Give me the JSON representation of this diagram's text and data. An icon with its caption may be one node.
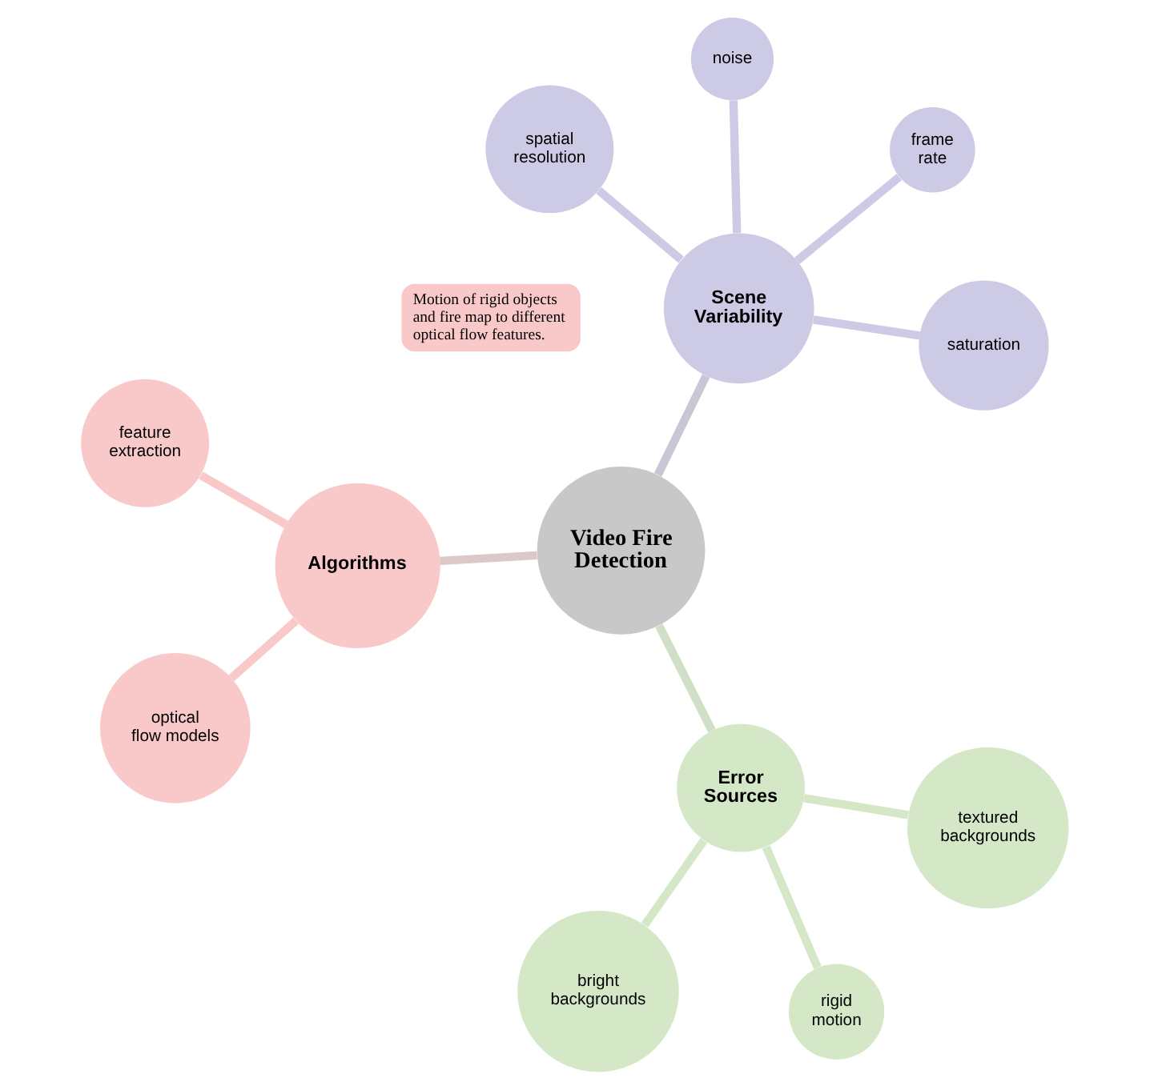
{
  "diagram": {
    "nodes": [
      {
        "text": [
          "Video Fire Detection"
        ]
      },
      {
        "text": [
          "Scene Variability"
        ]
      },
      {
        "text": [
          "saturation"
        ]
      },
      {
        "text": [
          "noise"
        ]
      },
      {
        "text": [
          "frame rate"
        ]
      },
      {
        "text": [
          "spatial resolution"
        ]
      },
      {
        "text": [
          "Error Sources"
        ]
      },
      {
        "text": [
          "textured backgrounds"
        ]
      },
      {
        "text": [
          "bright backgrounds"
        ]
      },
      {
        "text": [
          "rigid motion"
        ]
      },
      {
        "text": [
          "Algorithms"
        ]
      },
      {
        "text": [
          "feature extraction"
        ]
      },
      {
        "text": [
          "optical flow models"
        ]
      },
      {
        "text": [
          "Motion of rigid objects and fire map to different optical flow features."
        ]
      }
    ],
    "edges": [
      {
        "from": 0,
        "to": 1,
        "arrow": "none",
        "color": "#c9c7d6"
      },
      {
        "from": 1,
        "to": 2,
        "arrow": "none",
        "color": "#cdcae6"
      },
      {
        "from": 1,
        "to": 3,
        "arrow": "none",
        "color": "#cdcae6"
      },
      {
        "from": 1,
        "to": 4,
        "arrow": "none",
        "color": "#cdcae6"
      },
      {
        "from": 1,
        "to": 5,
        "arrow": "none",
        "color": "#cdcae6"
      },
      {
        "from": 0,
        "to": 6,
        "arrow": "none",
        "color": "#cfdfc8"
      },
      {
        "from": 6,
        "to": 7,
        "arrow": "none",
        "color": "#d4e8c8"
      },
      {
        "from": 6,
        "to": 8,
        "arrow": "none",
        "color": "#d4e8c8"
      },
      {
        "from": 6,
        "to": 9,
        "arrow": "none",
        "color": "#d4e8c8"
      },
      {
        "from": 0,
        "to": 10,
        "arrow": "none",
        "color": "#dcc8c8"
      },
      {
        "from": 10,
        "to": 11,
        "arrow": "none",
        "color": "#f9c9c9"
      },
      {
        "from": 10,
        "to": 12,
        "arrow": "none",
        "color": "#f9c9c9"
      }
    ]
  }
}
